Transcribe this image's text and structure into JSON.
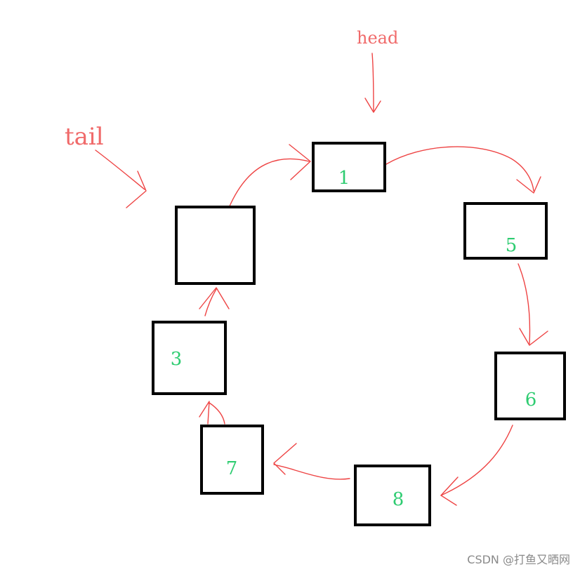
{
  "diagram": {
    "pointers": {
      "head": "head",
      "tail": "tail"
    },
    "nodes": [
      {
        "id": "n1",
        "value": "1"
      },
      {
        "id": "n5",
        "value": "5"
      },
      {
        "id": "n6",
        "value": "6"
      },
      {
        "id": "n8",
        "value": "8"
      },
      {
        "id": "n7",
        "value": "7"
      },
      {
        "id": "n3",
        "value": "3"
      },
      {
        "id": "n-tail",
        "value": ""
      }
    ],
    "edges": [
      {
        "from": "n1",
        "to": "n5"
      },
      {
        "from": "n5",
        "to": "n6"
      },
      {
        "from": "n6",
        "to": "n8"
      },
      {
        "from": "n8",
        "to": "n7"
      },
      {
        "from": "n7",
        "to": "n3"
      },
      {
        "from": "n3",
        "to": "n-tail"
      },
      {
        "from": "n-tail",
        "to": "n1"
      }
    ],
    "colors": {
      "arrow": "#ee4444",
      "label": "#f06a6a",
      "node_value": "#2ecc71",
      "node_border": "#000000"
    }
  },
  "watermark": "CSDN @打鱼又晒网"
}
